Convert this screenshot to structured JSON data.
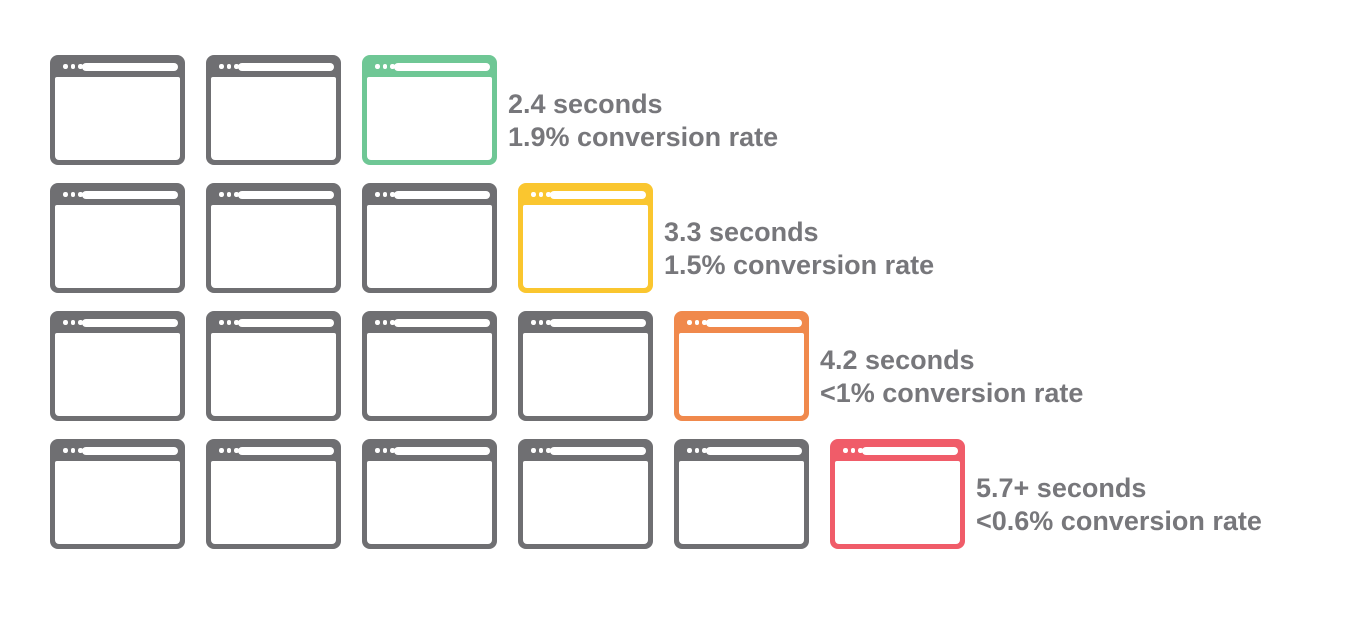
{
  "title": "Page load time vs conversion rate infographic",
  "colors": {
    "window_gray": "#6F6F72",
    "text_gray": "#77777B",
    "background": "#FFFFFF",
    "green": "#6FC795",
    "yellow": "#FAC62F",
    "orange": "#F0894C",
    "red": "#F05C69"
  },
  "rows": [
    {
      "gray_windows": 2,
      "highlight": {
        "name": "green",
        "color": "#6FC795"
      },
      "label": {
        "time": "2.4 seconds",
        "conversion": "1.9% conversion rate"
      }
    },
    {
      "gray_windows": 3,
      "highlight": {
        "name": "yellow",
        "color": "#FAC62F"
      },
      "label": {
        "time": "3.3 seconds",
        "conversion": "1.5% conversion rate"
      }
    },
    {
      "gray_windows": 4,
      "highlight": {
        "name": "orange",
        "color": "#F0894C"
      },
      "label": {
        "time": "4.2 seconds",
        "conversion": "<1% conversion rate"
      }
    },
    {
      "gray_windows": 5,
      "highlight": {
        "name": "red",
        "color": "#F05C69"
      },
      "label": {
        "time": "5.7+ seconds",
        "conversion": "<0.6% conversion rate"
      }
    }
  ],
  "chart_data": {
    "type": "table",
    "title": "Page load time vs conversion rate",
    "categories": [
      "2.4 seconds",
      "3.3 seconds",
      "4.2 seconds",
      "5.7+ seconds"
    ],
    "series": [
      {
        "name": "conversion rate",
        "values": [
          "1.9%",
          "1.5%",
          "<1%",
          "<0.6%"
        ]
      },
      {
        "name": "window icons per row (incl. highlighted)",
        "values": [
          3,
          4,
          5,
          6
        ]
      }
    ]
  }
}
